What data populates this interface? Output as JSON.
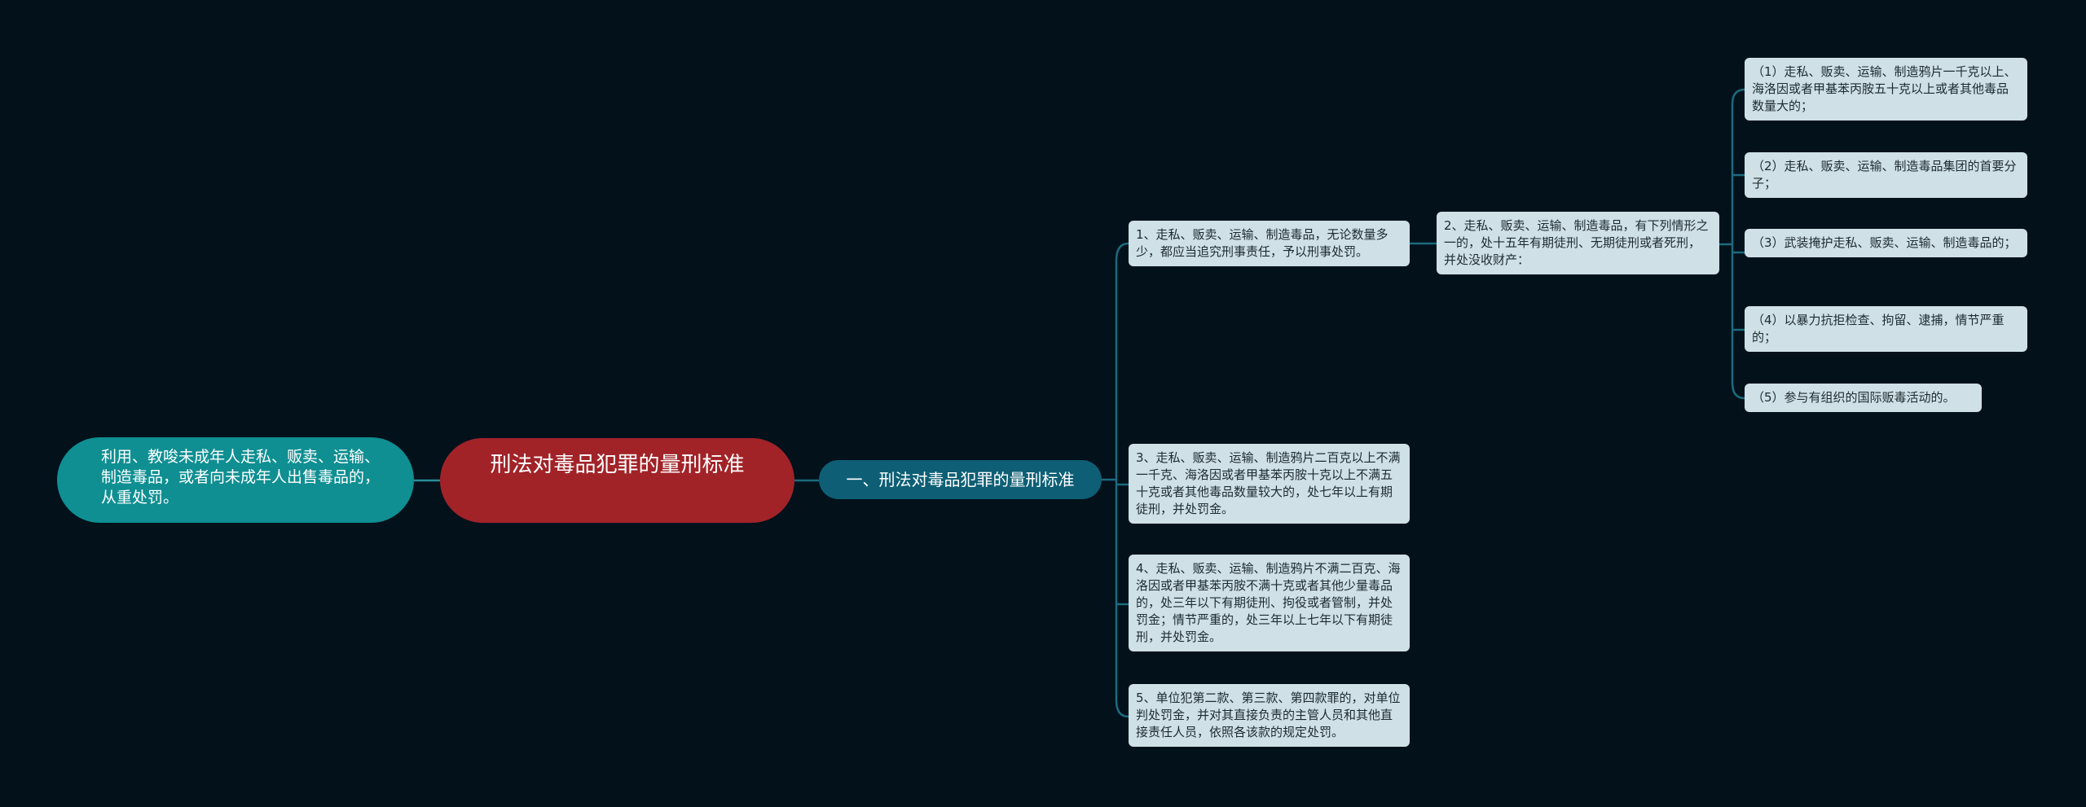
{
  "mindmap": {
    "root": {
      "label": "刑法对毒品犯罪的量刑标准",
      "color": "#a12328"
    },
    "left_node": {
      "label": "利用、教唆未成年人走私、贩卖、运输、制造毒品，或者向未成年人出售毒品的，从重处罚。",
      "color": "#0f8f92"
    },
    "branch": {
      "label": "一、刑法对毒品犯罪的量刑标准",
      "color": "#0e5f75"
    },
    "items": [
      {
        "label": "1、走私、贩卖、运输、制造毒品，无论数量多少，都应当追究刑事责任，予以刑事处罚。"
      },
      {
        "label": "2、走私、贩卖、运输、制造毒品，有下列情形之一的，处十五年有期徒刑、无期徒刑或者死刑，并处没收财产：",
        "children": [
          {
            "label": "（1）走私、贩卖、运输、制造鸦片一千克以上、海洛因或者甲基苯丙胺五十克以上或者其他毒品数量大的；"
          },
          {
            "label": "（2）走私、贩卖、运输、制造毒品集团的首要分子；"
          },
          {
            "label": "（3）武装掩护走私、贩卖、运输、制造毒品的；"
          },
          {
            "label": "（4）以暴力抗拒检查、拘留、逮捕，情节严重的；"
          },
          {
            "label": "（5）参与有组织的国际贩毒活动的。"
          }
        ]
      },
      {
        "label": "3、走私、贩卖、运输、制造鸦片二百克以上不满一千克、海洛因或者甲基苯丙胺十克以上不满五十克或者其他毒品数量较大的，处七年以上有期徒刑，并处罚金。"
      },
      {
        "label": "4、走私、贩卖、运输、制造鸦片不满二百克、海洛因或者甲基苯丙胺不满十克或者其他少量毒品的，处三年以下有期徒刑、拘役或者管制，并处罚金；情节严重的，处三年以上七年以下有期徒刑，并处罚金。"
      },
      {
        "label": "5、单位犯第二款、第三款、第四款罪的，对单位判处罚金，并对其直接负责的主管人员和其他直接责任人员，依照各该款的规定处罚。"
      }
    ],
    "colors": {
      "background": "#03111b",
      "connector": "#1d6a7e",
      "leaf_fill": "#cfe0e6",
      "leaf_text": "#1d2b30"
    }
  }
}
